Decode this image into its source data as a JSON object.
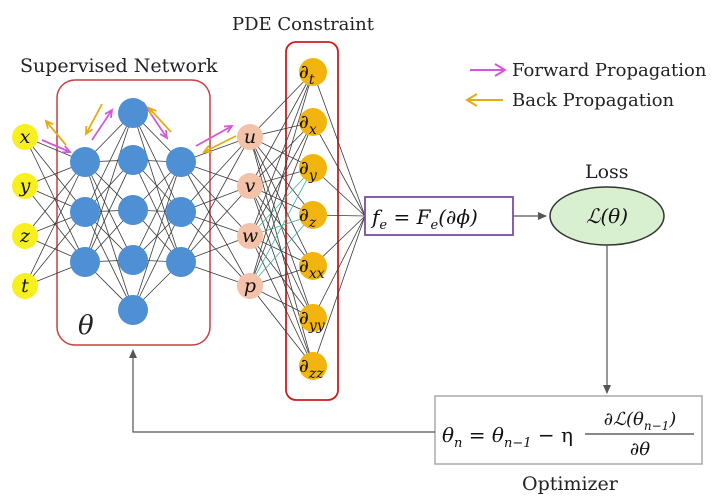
{
  "labels": {
    "pde_constraint": "PDE Constraint",
    "supervised_network": "Supervised Network",
    "forward_propagation": "Forward Propagation",
    "back_propagation": "Back Propagation",
    "loss": "Loss",
    "optimizer": "Optimizer",
    "theta": "θ"
  },
  "inputs": [
    "x",
    "y",
    "z",
    "t"
  ],
  "outputs": [
    "u",
    "v",
    "w",
    "p"
  ],
  "derivatives": [
    {
      "d": "∂",
      "sub": "t"
    },
    {
      "d": "∂",
      "sub": "x"
    },
    {
      "d": "∂",
      "sub": "y"
    },
    {
      "d": "∂",
      "sub": "z"
    },
    {
      "d": "∂",
      "sub": "xx"
    },
    {
      "d": "∂",
      "sub": "yy"
    },
    {
      "d": "∂",
      "sub": "zz"
    }
  ],
  "residual": {
    "lhs": "f",
    "lhs_sub": "e",
    "eq": " = ",
    "rhs": "F",
    "rhs_sub": "e",
    "arg": "(∂ϕ)"
  },
  "loss_expr": "ℒ(θ)",
  "update_rule": {
    "lhs": "θ",
    "lhs_sub": "n",
    "eq": " = ",
    "prev": "θ",
    "prev_sub": "n−1",
    "minus": " − η",
    "num": "∂ℒ(θ",
    "num_sub": "n−1",
    "num_close": ")",
    "den": "∂θ"
  },
  "colors": {
    "input_node": "#f7f01e",
    "hidden_node": "#4f8fd4",
    "output_node": "#f3c2a8",
    "derivative_node": "#f2b40f",
    "network_box": "#c84040",
    "pde_box": "#c81e1e",
    "forward_arrow": "#d35ad6",
    "back_arrow": "#e3ac14",
    "loss_fill": "#d8f0d0",
    "residual_box": "#7b4fa0",
    "optimizer_box": "#aaaaaa"
  }
}
